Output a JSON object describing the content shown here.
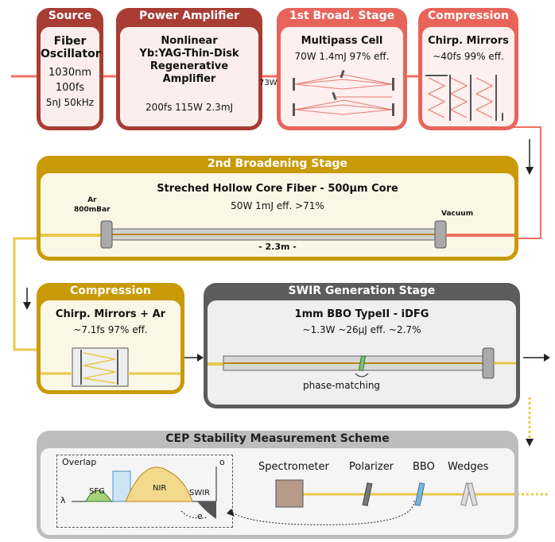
{
  "source": {
    "header": "Source",
    "title": "Fiber\nOscillator",
    "lines": [
      "1030nm",
      "100fs",
      "5nJ 50kHz"
    ]
  },
  "power_amplifier": {
    "header": "Power Amplifier",
    "title": "Nonlinear\nYb:YAG-Thin-Disk\nRegenerative\nAmplifier",
    "specs": "200fs  115W  2.3mJ"
  },
  "first_broad_stage": {
    "header": "1st Broad. Stage",
    "title": "Multipass Cell",
    "specs": "70W 1.4mJ 97% eff.",
    "input_power": "73W"
  },
  "compression_1": {
    "header": "Compression",
    "title": "Chirp. Mirrors",
    "specs": "~40fs 99% eff."
  },
  "second_broad_stage": {
    "header": "2nd Broadening Stage",
    "title": "Streched Hollow Core Fiber - 500µm Core",
    "specs": "50W  1mJ  eff. >71%",
    "gas_label": "Ar\n800mBar",
    "vacuum_label": "Vacuum",
    "length_label": "- 2.3m -"
  },
  "compression_2": {
    "header": "Compression",
    "title": "Chirp. Mirrors + Ar",
    "specs": "~7.1fs  97% eff."
  },
  "swir_stage": {
    "header": "SWIR Generation Stage",
    "title": "1mm BBO TypeII - iDFG",
    "specs": "~1.3W  ~26µJ  eff. ~2.7%",
    "phase_label": "phase-matching"
  },
  "cep_scheme": {
    "header": "CEP Stability Measurement Scheme",
    "inset": {
      "overlap": "Overlap",
      "lambda": "λ",
      "sfg": "SFG",
      "nir": "NIR",
      "swir": "SWIR",
      "o": "o",
      "e": "e"
    },
    "components": [
      "Spectrometer",
      "Polarizer",
      "BBO",
      "Wedges"
    ]
  },
  "colors": {
    "red_dark": "#a93c33",
    "red_light": "#e8645a",
    "gold": "#c99a06",
    "gray_dark": "#5c5c5c",
    "gray_light": "#bdbdbd",
    "beam_red": "#f07060",
    "beam_yellow": "#e8c84a"
  }
}
